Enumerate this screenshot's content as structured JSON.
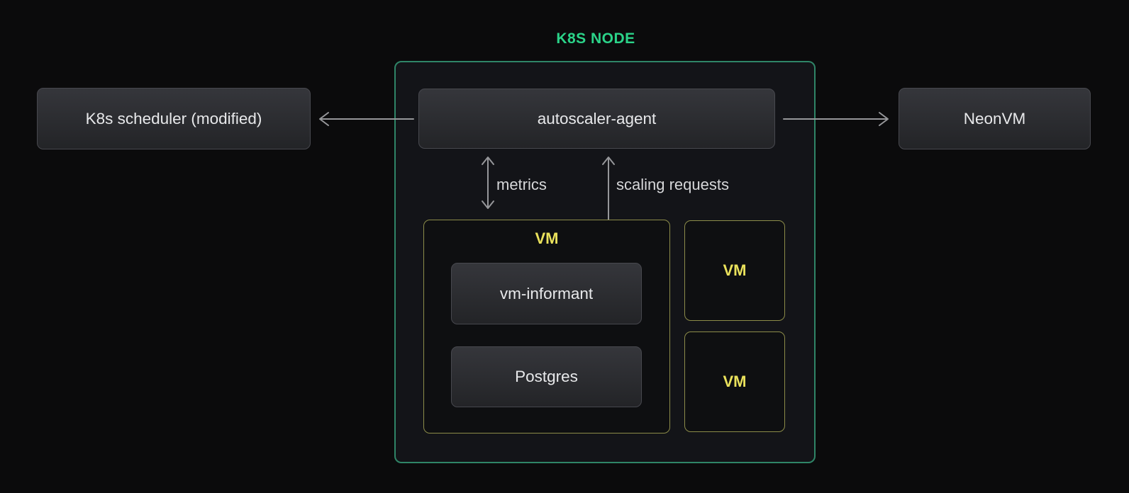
{
  "title": "K8S NODE",
  "colors": {
    "page_bg": "#0b0b0c",
    "container_bg": "#131418",
    "container_border": "#2f8567",
    "title_green": "#2bd389",
    "node_border": "#47484e",
    "node_bg_top": "#35363b",
    "node_bg_bottom": "#232427",
    "node_text": "#e8e9eb",
    "vm_border": "#8c8c49",
    "vm_bg": "#0e0f11",
    "vm_text": "#eae25c",
    "arrow": "#96979a",
    "arrow_label": "#d6d7d9"
  },
  "nodes": {
    "scheduler": {
      "label": "K8s scheduler (modified)"
    },
    "autoscaler": {
      "label": "autoscaler-agent"
    },
    "neonvm": {
      "label": "NeonVM"
    },
    "vm_informant": {
      "label": "vm-informant"
    },
    "postgres": {
      "label": "Postgres"
    }
  },
  "vm_groups": {
    "main_vm_label": "VM",
    "small_vm_1_label": "VM",
    "small_vm_2_label": "VM"
  },
  "edges": [
    {
      "name": "autoscaler-to-scheduler",
      "direction": "left",
      "label": ""
    },
    {
      "name": "autoscaler-to-neonvm",
      "direction": "right",
      "label": ""
    },
    {
      "name": "autoscaler-to-vm-metrics",
      "direction": "both",
      "label": "metrics"
    },
    {
      "name": "autoscaler-to-vm-informant-scaling",
      "direction": "both",
      "label": "scaling requests"
    }
  ]
}
